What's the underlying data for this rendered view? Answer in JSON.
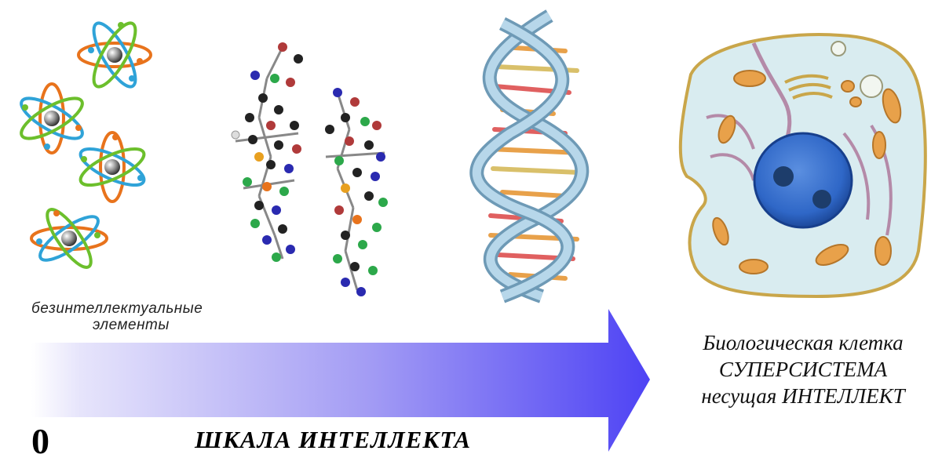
{
  "left_label": {
    "line1": "безинтеллектуальные",
    "line2": "элементы"
  },
  "right_label": {
    "line1": "Биологическая клетка",
    "line2": "СУПЕРСИСТЕМА",
    "line3": "несущая ИНТЕЛЛЕКТ"
  },
  "scale": {
    "zero": "0",
    "title": "ШКАЛА ИНТЕЛЛЕКТА"
  },
  "colors": {
    "arrow_start": "#ffffff",
    "arrow_end": "#5146f5",
    "cell_cytoplasm": "#d9ecf0",
    "nucleus": "#2f67c7",
    "organelle": "#e8a14a",
    "helix": "#9cc4dd"
  },
  "icons": [
    "atom-icon",
    "molecule-icon",
    "dna-helix-icon",
    "cell-icon"
  ]
}
